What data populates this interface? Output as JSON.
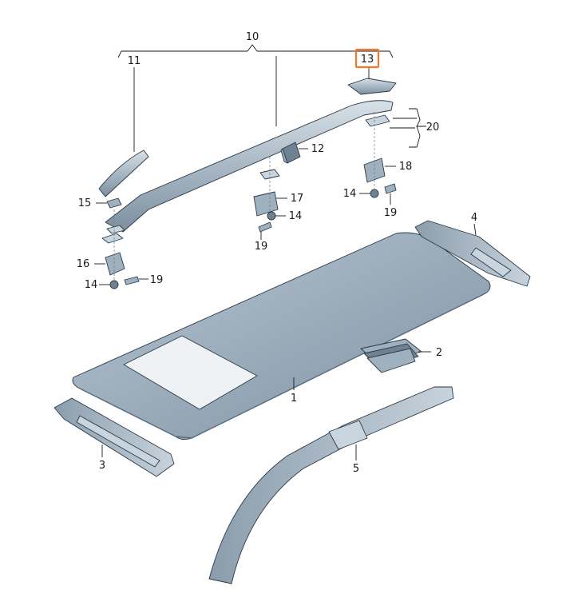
{
  "callouts": {
    "c1": "1",
    "c2": "2",
    "c3": "3",
    "c4": "4",
    "c5": "5",
    "c10": "10",
    "c11": "11",
    "c12": "12",
    "c13": "13",
    "c14a": "14",
    "c14b": "14",
    "c14c": "14",
    "c15": "15",
    "c16": "16",
    "c17": "17",
    "c18": "18",
    "c19a": "19",
    "c19b": "19",
    "c19c": "19",
    "c20": "20"
  },
  "colors": {
    "highlight": "#ee7a2a",
    "part_light": "#c9d5de",
    "part_mid": "#9fb0bf",
    "part_dark": "#6f8293"
  }
}
